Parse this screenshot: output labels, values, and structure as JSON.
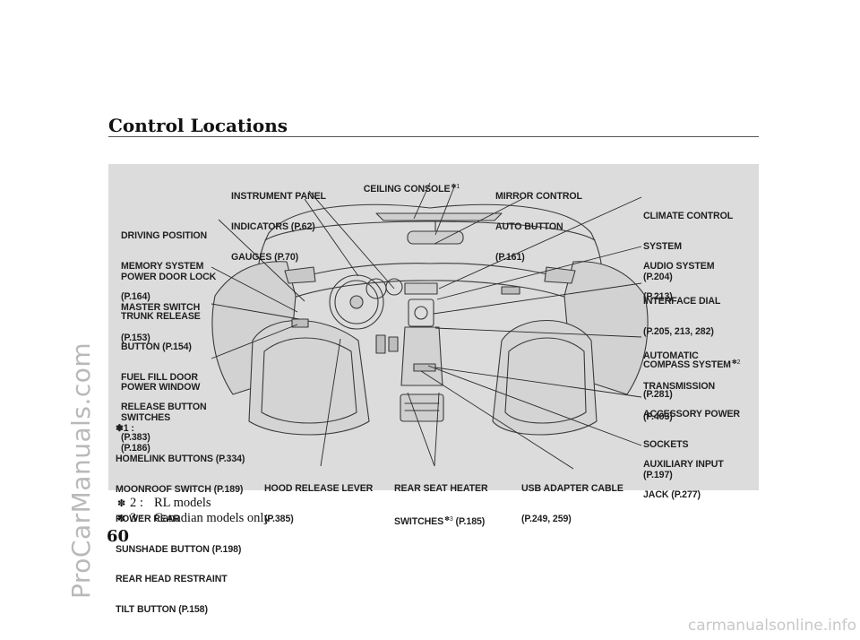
{
  "page": {
    "title": "Control Locations",
    "page_number": "60",
    "side_watermark": "ProCarManuals.com",
    "footer_watermark": "carmanualsonline.info"
  },
  "notes": [
    {
      "star": "✽",
      "key": "2 :",
      "text": "RL models"
    },
    {
      "star": "✽",
      "key": "3 :",
      "text": "Canadian models only"
    }
  ],
  "labels": {
    "instrument": {
      "lines": [
        "INSTRUMENT PANEL",
        "INDICATORS (P.62)",
        "GAUGES (P.70)"
      ]
    },
    "ceiling": {
      "lines": [
        "CEILING CONSOLE"
      ],
      "mark": "✽1"
    },
    "mirror": {
      "lines": [
        "MIRROR CONTROL",
        "AUTO BUTTON",
        "(P.161)"
      ]
    },
    "climate": {
      "lines": [
        "CLIMATE CONTROL",
        "SYSTEM",
        "(P.204)"
      ]
    },
    "audio": {
      "lines": [
        "AUDIO SYSTEM",
        "(P.213)"
      ]
    },
    "interface": {
      "lines": [
        "INTERFACE DIAL",
        "(P.205, 213, 282)"
      ]
    },
    "compass": {
      "lines": [
        "COMPASS SYSTEM"
      ],
      "mark": "✽2"
    },
    "compass_page": {
      "lines": [
        "(P.281)"
      ]
    },
    "transmission": {
      "lines": [
        "AUTOMATIC",
        "TRANSMISSION",
        "(P.403)"
      ]
    },
    "accessory": {
      "lines": [
        "ACCESSORY POWER",
        "SOCKETS",
        "(P.197)"
      ]
    },
    "auxiliary": {
      "lines": [
        "AUXILIARY INPUT",
        "JACK (P.277)"
      ]
    },
    "usb": {
      "lines": [
        "USB ADAPTER CABLE",
        "(P.249, 259)"
      ]
    },
    "rear_heater": {
      "lines": [
        "REAR SEAT HEATER",
        "SWITCHES"
      ],
      "mark": "✽3",
      "suffix": " (P.185)"
    },
    "hood": {
      "lines": [
        "HOOD RELEASE LEVER",
        "(P.385)"
      ]
    },
    "driving_pos": {
      "lines": [
        "DRIVING POSITION",
        "MEMORY SYSTEM",
        "(P.164)"
      ]
    },
    "door_lock": {
      "lines": [
        "POWER DOOR LOCK",
        "MASTER SWITCH",
        "(P.153)"
      ]
    },
    "trunk": {
      "lines": [
        "TRUNK RELEASE",
        "BUTTON (P.154)",
        "FUEL FILL DOOR",
        "RELEASE BUTTON",
        "(P.383)"
      ]
    },
    "window": {
      "lines": [
        "POWER WINDOW",
        "SWITCHES",
        "(P.186)"
      ]
    },
    "star1": {
      "lines": [
        "✽1 :",
        "HOMELINK BUTTONS (P.334)",
        "MOONROOF SWITCH (P.189)",
        "POWER REAR",
        "SUNSHADE BUTTON (P.198)",
        "REAR HEAD RESTRAINT",
        "TILT BUTTON (P.158)"
      ]
    }
  }
}
